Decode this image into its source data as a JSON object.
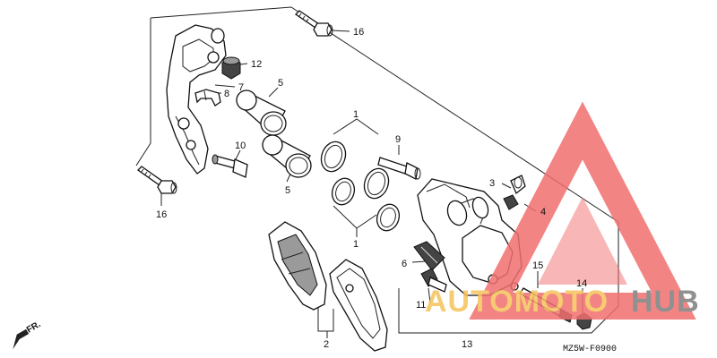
{
  "diagram": {
    "code": "MZ5W-F0900",
    "direction": "FR.",
    "callouts": {
      "c1a": "1",
      "c1b": "1",
      "c2": "2",
      "c3": "3",
      "c4": "4",
      "c5a": "5",
      "c5b": "5",
      "c6": "6",
      "c7": "7",
      "c8": "8",
      "c9": "9",
      "c10": "10",
      "c11": "11",
      "c12": "12",
      "c13": "13",
      "c14": "14",
      "c15": "15",
      "c16a": "16",
      "c16b": "16"
    }
  },
  "watermark": {
    "part1": "AUTOMOTO",
    "part2": "HUB",
    "triangle_color": "#f26f6f",
    "text_color_1": "#f5c25a",
    "text_color_2": "#7d7d7d"
  }
}
